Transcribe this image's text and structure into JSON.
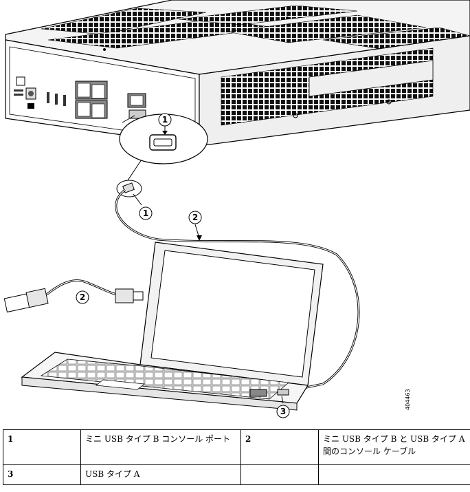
{
  "figure": {
    "callouts": {
      "c1a": "1",
      "c1b": "1",
      "c2a": "2",
      "c2b": "2",
      "c3": "3"
    },
    "figure_id": "404463"
  },
  "legend": {
    "rows": [
      {
        "n1": "1",
        "d1": "ミニ USB タイプ B コンソール ポート",
        "n2": "2",
        "d2": "ミニ USB タイプ B と USB タイプ A 間のコンソール ケーブル"
      },
      {
        "n1": "3",
        "d1": "USB タイプ A",
        "n2": "",
        "d2": ""
      }
    ]
  }
}
